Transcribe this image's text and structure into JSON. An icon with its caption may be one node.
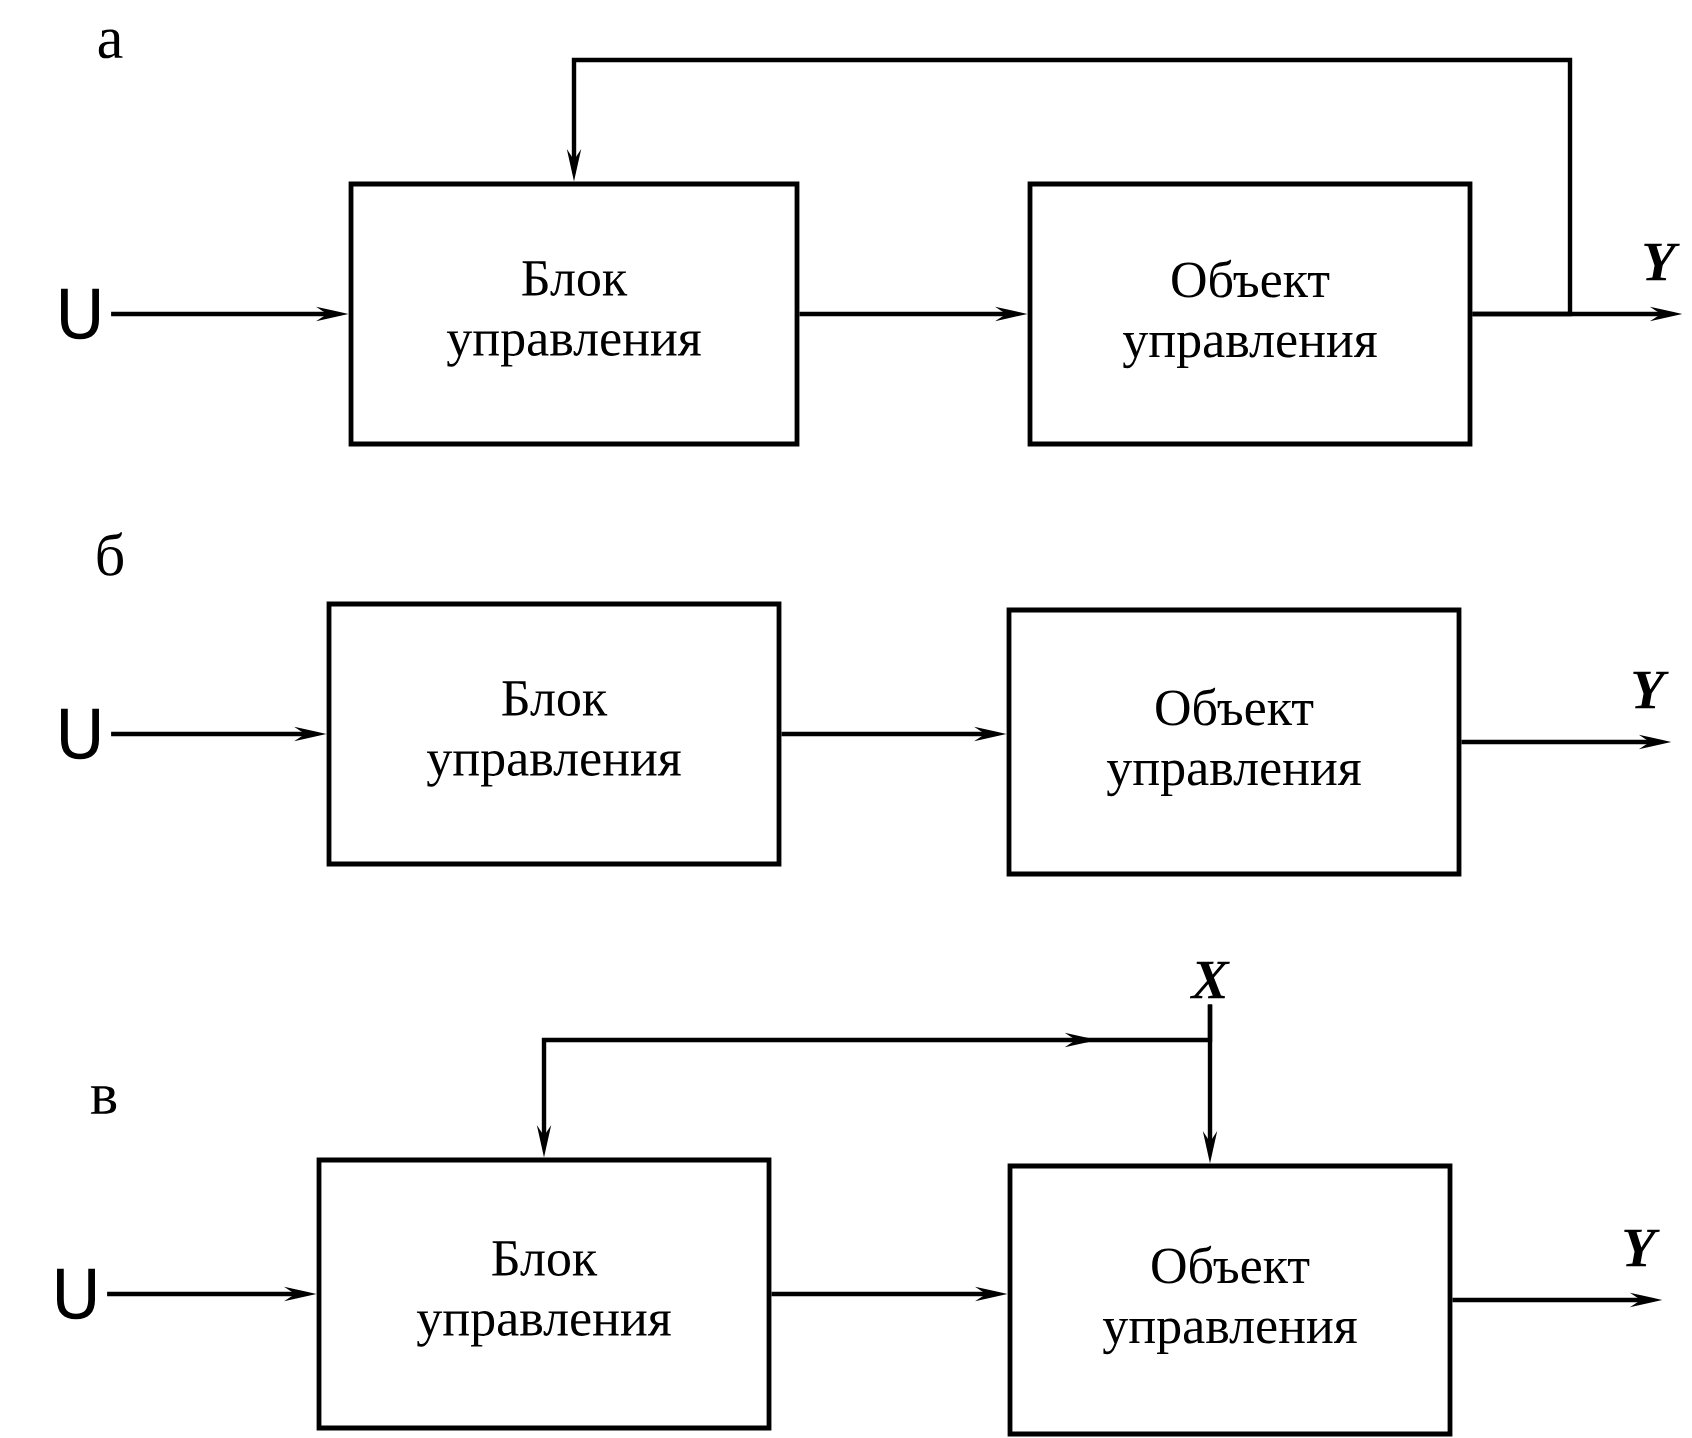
{
  "diagram": {
    "nodes": [
      {
        "text": [
          "U"
        ]
      },
      {
        "text": [
          "Блок управления"
        ]
      },
      {
        "text": [
          "Объект управления"
        ]
      },
      {
        "text": [
          "U"
        ]
      },
      {
        "text": [
          "Блок управления"
        ]
      },
      {
        "text": [
          "Объект управления"
        ]
      },
      {
        "text": [
          "U"
        ]
      },
      {
        "text": [
          "Блок управления"
        ]
      },
      {
        "text": [
          "Объект управления"
        ]
      },
      {
        "text": [
          "X"
        ]
      }
    ],
    "edges": [
      {
        "from": 0,
        "to": 1,
        "arrow": "to"
      },
      {
        "from": 1,
        "to": 2,
        "arrow": "to"
      },
      {
        "from": 2,
        "to": null,
        "arrow": "to",
        "label": "Y"
      },
      {
        "from": 2,
        "to": 1,
        "arrow": "to"
      },
      {
        "from": 3,
        "to": 4,
        "arrow": "to"
      },
      {
        "from": 4,
        "to": 5,
        "arrow": "to"
      },
      {
        "from": 5,
        "to": null,
        "arrow": "to",
        "label": "Y"
      },
      {
        "from": 6,
        "to": 7,
        "arrow": "to"
      },
      {
        "from": 7,
        "to": 8,
        "arrow": "to"
      },
      {
        "from": 8,
        "to": null,
        "arrow": "to",
        "label": "Y"
      },
      {
        "from": 9,
        "to": 8,
        "arrow": "to"
      },
      {
        "from": 9,
        "to": 7,
        "arrow": "to"
      }
    ],
    "labels": [
      "а",
      "б",
      "в"
    ]
  }
}
